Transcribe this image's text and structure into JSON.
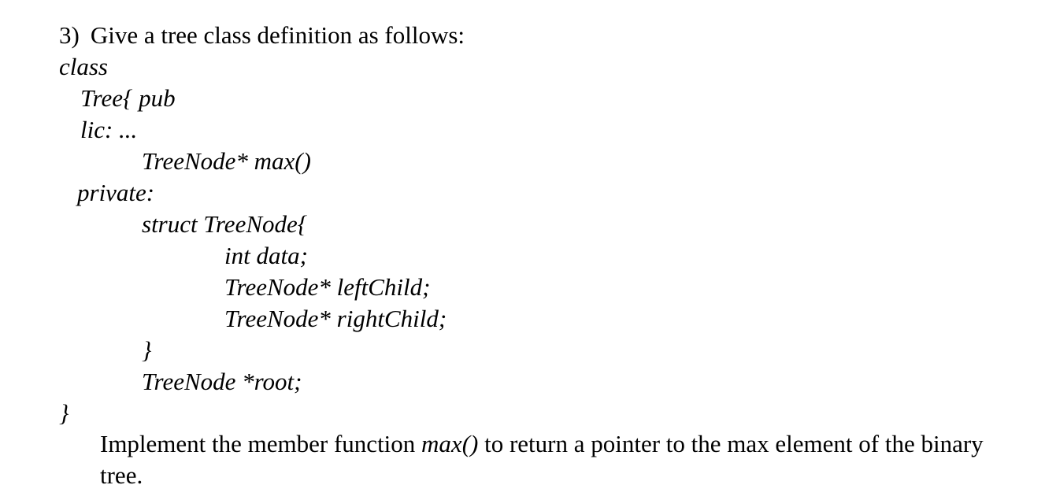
{
  "question": {
    "number": "3)",
    "intro": "Give a tree class definition as follows:"
  },
  "code": {
    "line1": "class",
    "line2": "Tree{ pub",
    "line3": "lic: ...",
    "line4": "TreeNode* max()",
    "line5": "private:",
    "line6": "struct TreeNode{",
    "line7": "int data;",
    "line8": "TreeNode* leftChild;",
    "line9": "TreeNode* rightChild;",
    "line10": "}",
    "line11": "TreeNode *root;",
    "line12": "}"
  },
  "instruction": {
    "before": "Implement the member function ",
    "func": "max()",
    "after": " to return a pointer to the max element of the binary tree."
  }
}
